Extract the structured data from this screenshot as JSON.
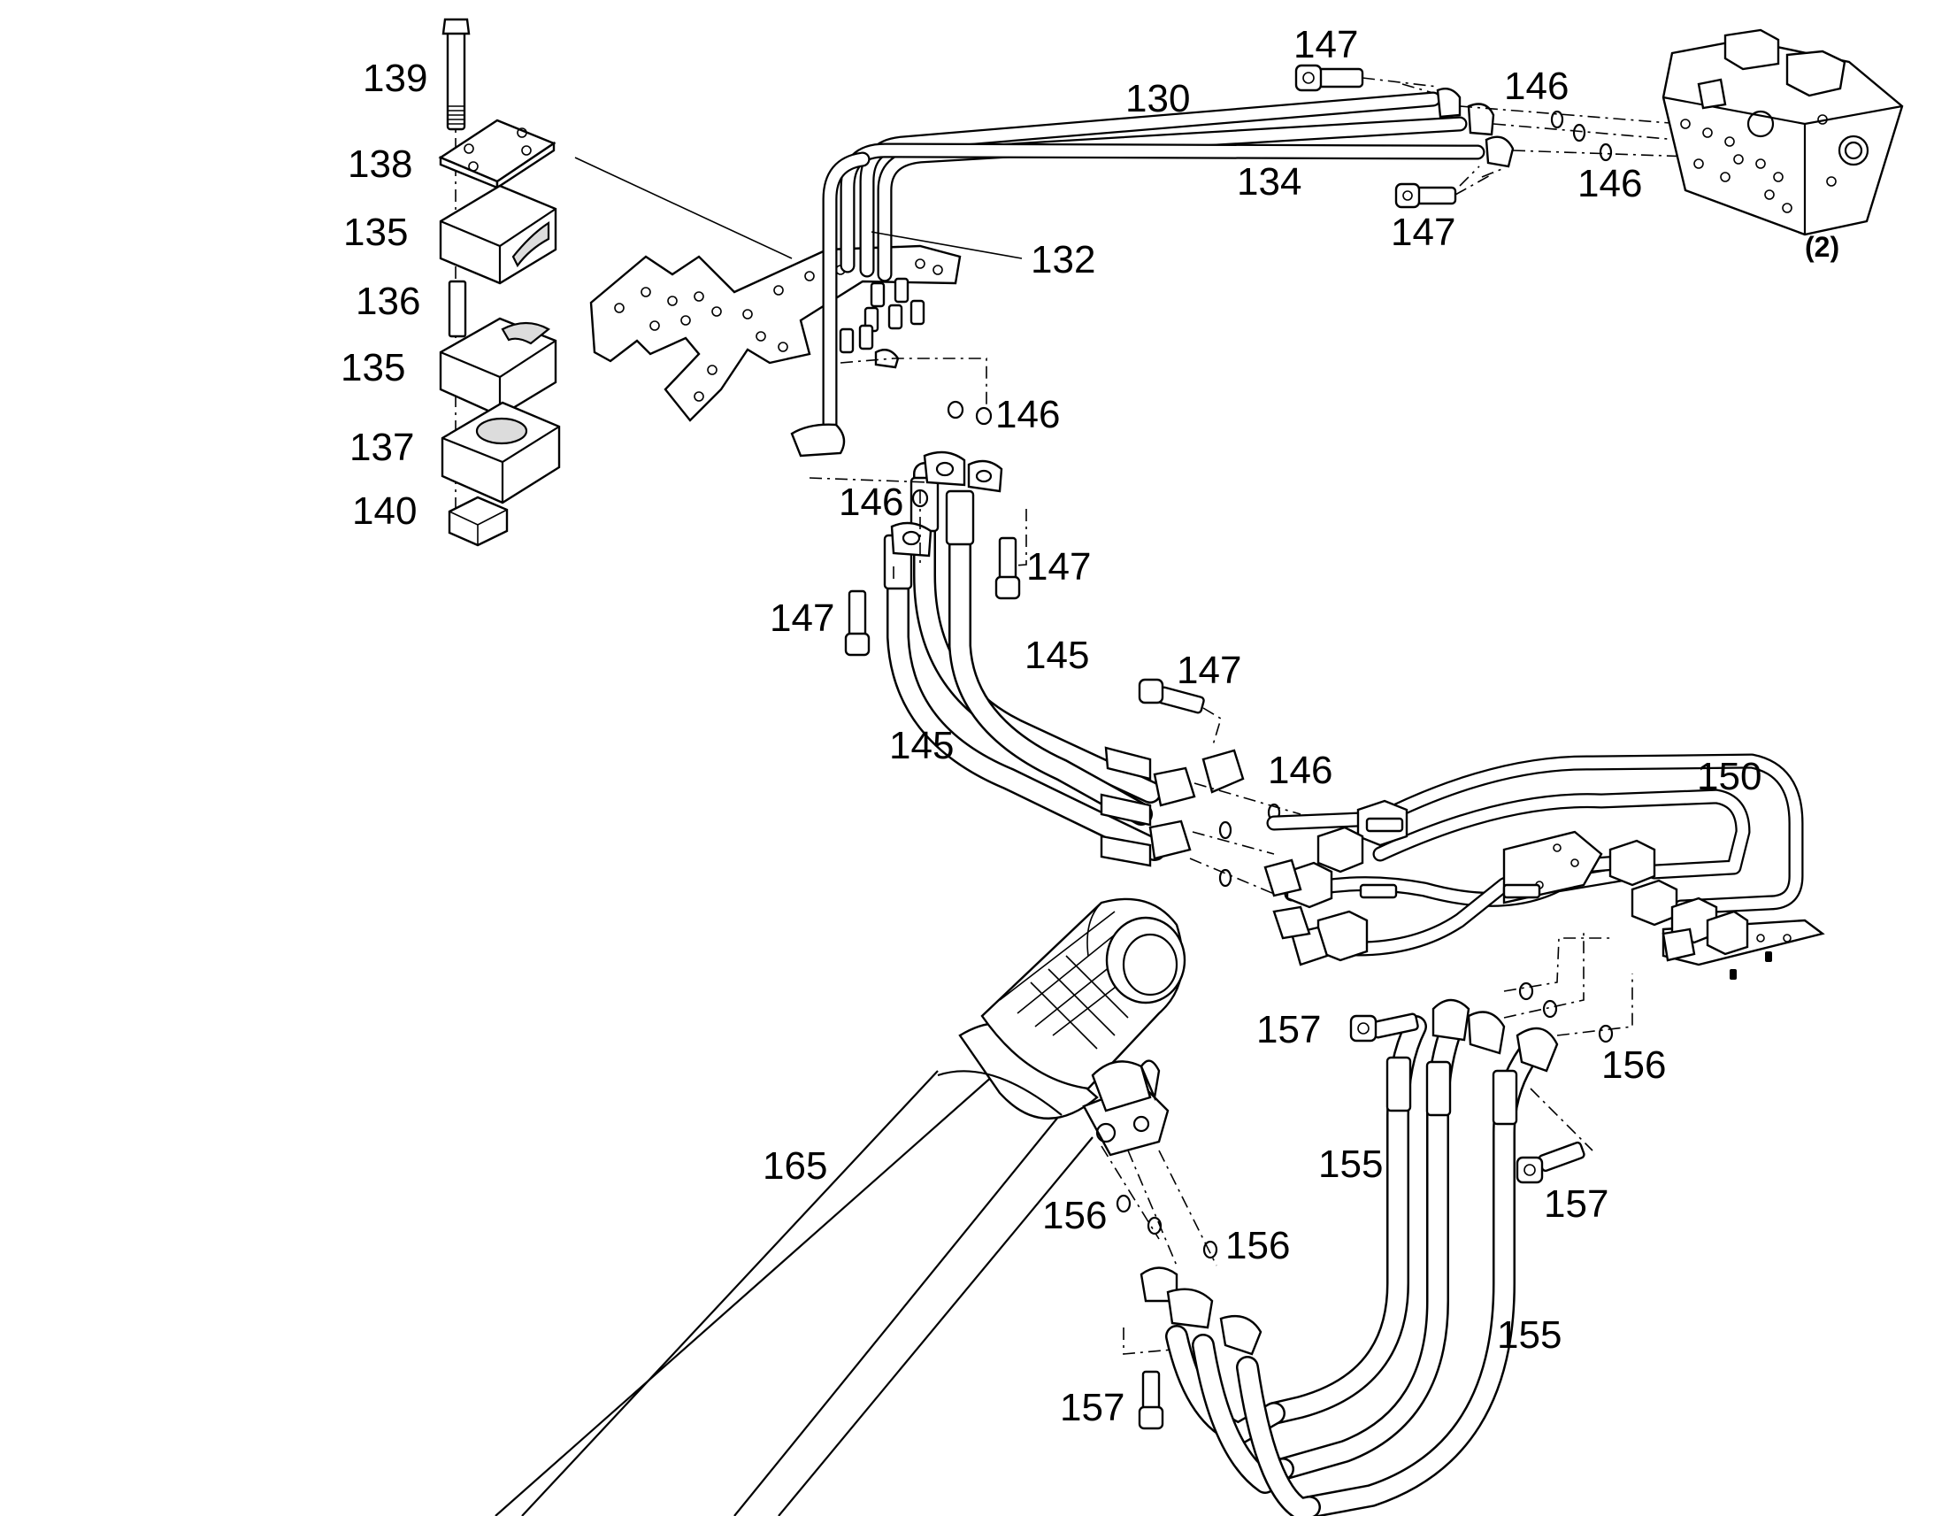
{
  "diagram": {
    "reference_label": "(2)",
    "callouts": [
      {
        "id": "c139",
        "text": "139"
      },
      {
        "id": "c138",
        "text": "138"
      },
      {
        "id": "c135a",
        "text": "135"
      },
      {
        "id": "c136",
        "text": "136"
      },
      {
        "id": "c135b",
        "text": "135"
      },
      {
        "id": "c137",
        "text": "137"
      },
      {
        "id": "c140",
        "text": "140"
      },
      {
        "id": "c130",
        "text": "130"
      },
      {
        "id": "c147a",
        "text": "147"
      },
      {
        "id": "c146a",
        "text": "146"
      },
      {
        "id": "c134",
        "text": "134"
      },
      {
        "id": "c146b",
        "text": "146"
      },
      {
        "id": "c147b",
        "text": "147"
      },
      {
        "id": "c132",
        "text": "132"
      },
      {
        "id": "c146c",
        "text": "146"
      },
      {
        "id": "c146d",
        "text": "146"
      },
      {
        "id": "c147c",
        "text": "147"
      },
      {
        "id": "c147d",
        "text": "147"
      },
      {
        "id": "c145a",
        "text": "145"
      },
      {
        "id": "c147e",
        "text": "147"
      },
      {
        "id": "c145b",
        "text": "145"
      },
      {
        "id": "c146e",
        "text": "146"
      },
      {
        "id": "c150",
        "text": "150"
      },
      {
        "id": "c157a",
        "text": "157"
      },
      {
        "id": "c156a",
        "text": "156"
      },
      {
        "id": "c165",
        "text": "165"
      },
      {
        "id": "c155a",
        "text": "155"
      },
      {
        "id": "c157b",
        "text": "157"
      },
      {
        "id": "c156b",
        "text": "156"
      },
      {
        "id": "c156c",
        "text": "156"
      },
      {
        "id": "c155b",
        "text": "155"
      },
      {
        "id": "c157c",
        "text": "157"
      }
    ]
  }
}
